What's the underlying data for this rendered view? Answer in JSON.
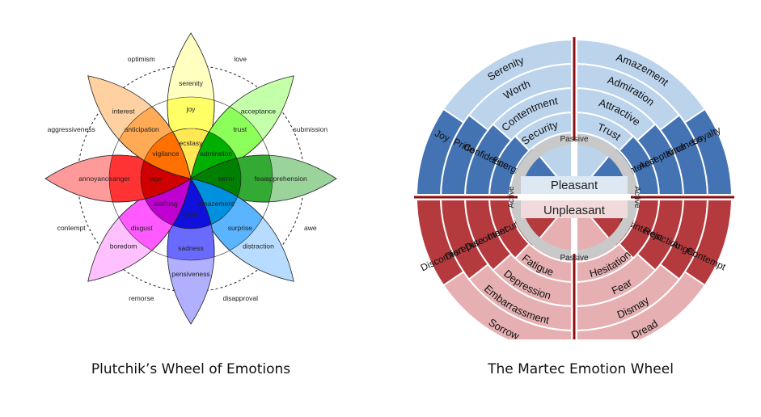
{
  "plutchik": {
    "caption": "Plutchik’s Wheel of Emotions",
    "petals": [
      {
        "color": "#ffff66",
        "mid": "#ffff9a",
        "inner": "#ffe854",
        "outer": "#ffffc0",
        "words": [
          "serenity",
          "joy",
          "ecstasy"
        ]
      },
      {
        "color": "#8cff5a",
        "mid": "#8cff5a",
        "inner": "#00b000",
        "outer": "#c4ffaa",
        "words": [
          "acceptance",
          "trust",
          "admiration"
        ]
      },
      {
        "color": "#33aa33",
        "mid": "#33aa33",
        "inner": "#007f00",
        "outer": "#9bd49b",
        "words": [
          "apprehension",
          "fear",
          "terror"
        ]
      },
      {
        "color": "#5ab4ff",
        "mid": "#5ab4ff",
        "inner": "#0090e0",
        "outer": "#b8dcff",
        "words": [
          "distraction",
          "surprise",
          "amazement"
        ]
      },
      {
        "color": "#6a6aff",
        "mid": "#6a6aff",
        "inner": "#1010dd",
        "outer": "#b0b0ff",
        "words": [
          "pensiveness",
          "sadness",
          "grief"
        ]
      },
      {
        "color": "#ff5aff",
        "mid": "#ff5aff",
        "inner": "#c000d0",
        "outer": "#ffc0ff",
        "words": [
          "boredom",
          "disgust",
          "loathing"
        ]
      },
      {
        "color": "#ff3333",
        "mid": "#ff3333",
        "inner": "#d00000",
        "outer": "#ff9a9a",
        "words": [
          "annoyance",
          "anger",
          "rage"
        ]
      },
      {
        "color": "#ffaa55",
        "mid": "#ffaa55",
        "inner": "#ff7000",
        "outer": "#ffd0a0",
        "words": [
          "interest",
          "anticipation",
          "vigilance"
        ]
      }
    ],
    "dyads": [
      "love",
      "submission",
      "awe",
      "disapproval",
      "remorse",
      "contempt",
      "aggressiveness",
      "optimism"
    ]
  },
  "martec": {
    "caption": "The Martec Emotion Wheel",
    "colors": {
      "pleasant_outer": "#4473b3",
      "pleasant_light": "#bcd3ec",
      "unpleasant_outer": "#b53a3e",
      "unpleasant_light": "#e6b0b3",
      "divider": "#8b0d12",
      "ring": "#c9c9c9"
    },
    "pleasant_light_left": [
      "Serenity",
      "Worth",
      "Contentment",
      "Security"
    ],
    "pleasant_light_right": [
      "Amazement",
      "Admiration",
      "Attractive",
      "Trust"
    ],
    "pleasant_dark_left": [
      "Joy",
      "Pride",
      "Confidence",
      "Energy"
    ],
    "pleasant_dark_right": [
      "Loyalty",
      "Kindness",
      "Acceptance",
      "Interest"
    ],
    "unpleasant_dark_left": [
      "Discomfort",
      "Disrepute",
      "Discontent",
      "Insecurity"
    ],
    "unpleasant_dark_right": [
      "Contempt",
      "Anger",
      "Rejection",
      "Disinterest"
    ],
    "unpleasant_light_left": [
      "Sorrow",
      "Embarrassment",
      "Depression",
      "Fatigue"
    ],
    "unpleasant_light_right": [
      "Dread",
      "Dismay",
      "Fear",
      "Hesitation"
    ],
    "center": {
      "passive": "Passive",
      "active": "Active",
      "pleasant": "Pleasant",
      "unpleasant": "Unpleasant"
    }
  }
}
